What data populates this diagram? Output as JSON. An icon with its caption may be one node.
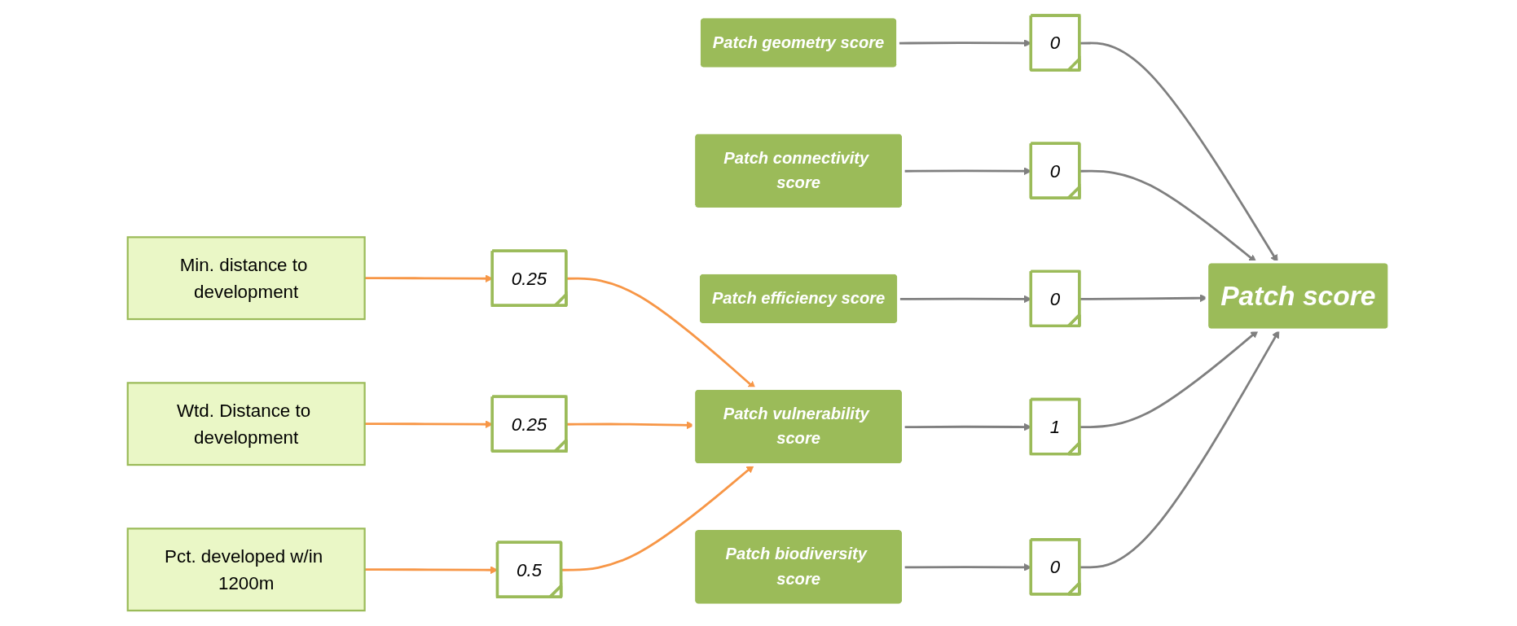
{
  "diagram": {
    "nodes": [
      {
        "text": [
          "Min. distance to development"
        ]
      },
      {
        "text": [
          "0.25"
        ]
      },
      {
        "text": [
          "Wtd. Distance to development"
        ]
      },
      {
        "text": [
          "0.25"
        ]
      },
      {
        "text": [
          "Pct. developed w/in 1200m"
        ]
      },
      {
        "text": [
          "0.5"
        ]
      },
      {
        "text": [
          "Patch geometry score"
        ]
      },
      {
        "text": [
          "0"
        ]
      },
      {
        "text": [
          "Patch connectivity score"
        ]
      },
      {
        "text": [
          "0"
        ]
      },
      {
        "text": [
          "Patch efficiency score"
        ]
      },
      {
        "text": [
          "0"
        ]
      },
      {
        "text": [
          "Patch vulnerability score"
        ]
      },
      {
        "text": [
          "1"
        ]
      },
      {
        "text": [
          "Patch biodiversity score"
        ]
      },
      {
        "text": [
          "0"
        ]
      },
      {
        "text": [
          "Patch score"
        ]
      }
    ],
    "edges": [
      {
        "from": 0,
        "to": 1,
        "arrow": "to",
        "color": "#f79646"
      },
      {
        "from": 2,
        "to": 3,
        "arrow": "to",
        "color": "#f79646"
      },
      {
        "from": 4,
        "to": 5,
        "arrow": "to",
        "color": "#f79646"
      },
      {
        "from": 1,
        "to": 12,
        "arrow": "to",
        "color": "#f79646"
      },
      {
        "from": 3,
        "to": 12,
        "arrow": "to",
        "color": "#f79646"
      },
      {
        "from": 5,
        "to": 12,
        "arrow": "to",
        "color": "#f79646"
      },
      {
        "from": 6,
        "to": 7,
        "arrow": "to"
      },
      {
        "from": 8,
        "to": 9,
        "arrow": "to"
      },
      {
        "from": 10,
        "to": 11,
        "arrow": "to"
      },
      {
        "from": 12,
        "to": 13,
        "arrow": "to"
      },
      {
        "from": 14,
        "to": 15,
        "arrow": "to"
      },
      {
        "from": 7,
        "to": 16,
        "arrow": "to"
      },
      {
        "from": 9,
        "to": 16,
        "arrow": "to"
      },
      {
        "from": 11,
        "to": 16,
        "arrow": "to"
      },
      {
        "from": 13,
        "to": 16,
        "arrow": "to"
      },
      {
        "from": 15,
        "to": 16,
        "arrow": "to"
      }
    ]
  }
}
